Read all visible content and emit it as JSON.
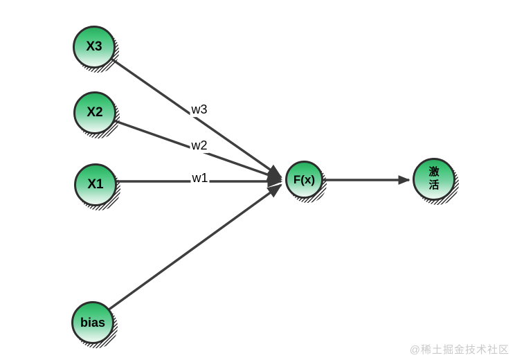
{
  "diagram": {
    "nodes": {
      "x3": {
        "label": "X3"
      },
      "x2": {
        "label": "X2"
      },
      "x1": {
        "label": "X1"
      },
      "bias": {
        "label": "bias"
      },
      "fx": {
        "label": "F(x)"
      },
      "activation": {
        "label": "激活"
      }
    },
    "weights": {
      "w3": {
        "label": "w3"
      },
      "w2": {
        "label": "w2"
      },
      "w1": {
        "label": "w1"
      }
    },
    "colors": {
      "node_fill_top": "#29ad60",
      "node_fill_bottom": "#edf9f2",
      "node_border": "#2d2d2d",
      "connector": "#3e3e3e",
      "label_text": "#000000",
      "watermark_text": "#c9c9c9"
    }
  },
  "watermark": {
    "text": "@稀土掘金技术社区"
  }
}
